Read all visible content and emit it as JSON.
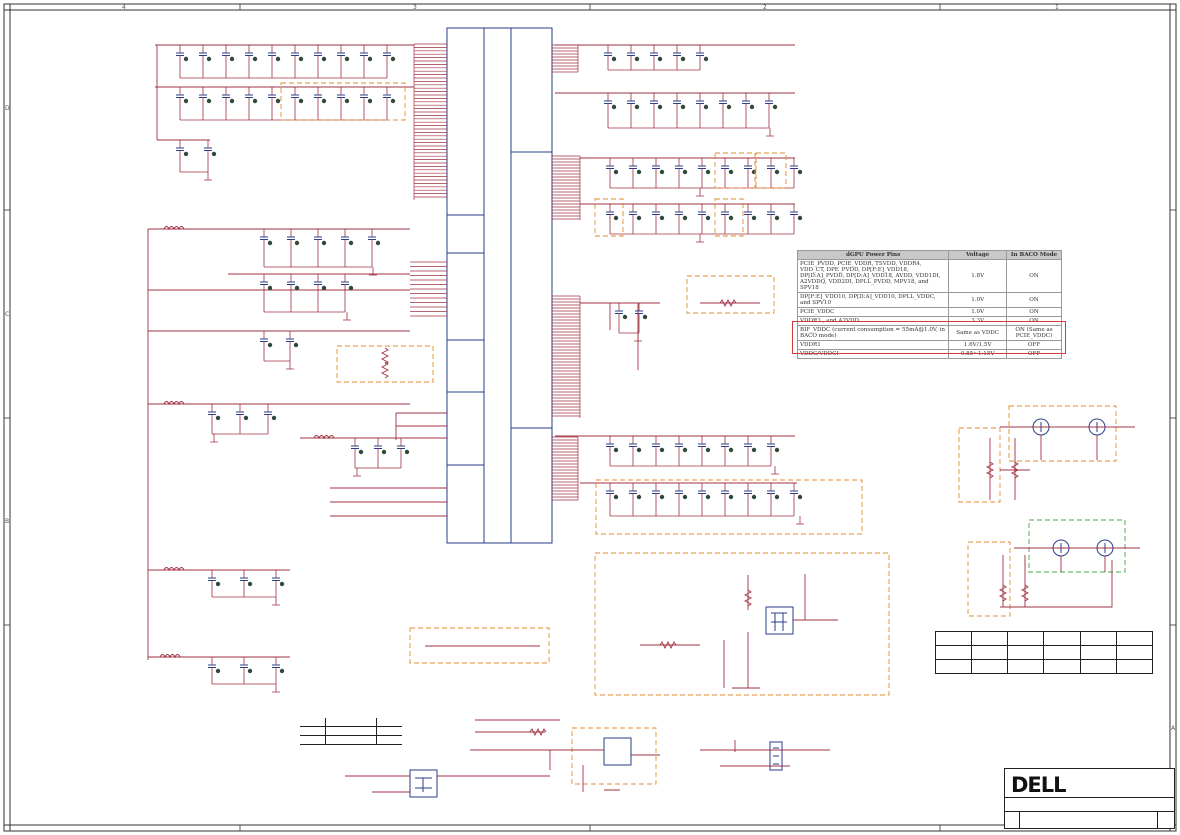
{
  "page": {
    "title": "dGPU power schematic sheet",
    "background": "#ffffff"
  },
  "colors": {
    "net_wire": "#a03040",
    "bus_block": "#2a3e8a",
    "dashed_group": "#e0892b",
    "dashed_green": "#4aa64a",
    "highlight": "#d23b3b",
    "border": "#333333"
  },
  "border_zones": {
    "columns": [
      "4",
      "3",
      "2",
      "1"
    ],
    "rows": [
      "D",
      "C",
      "B",
      "A"
    ]
  },
  "power_table": {
    "headers": [
      "dGPU Power Pins",
      "Voltage",
      "In BACO Mode"
    ],
    "rows": [
      {
        "pins": "PCIE_PVDD, PCIE_VDDR, TSVDD, VDDR4, VDD_CT, DPE_PVDD, DP[F:E]_VDD18, DP[D:A]_PVDD, DP[D:A]_VDD18, AVDD, VDD1DI, A2VDDQ, VDD2DI, DPLL_PVDD, MPV18, and SPV18",
        "voltage": "1.8V",
        "baco": "ON"
      },
      {
        "pins": "DP[F:E]_VDD10, DP[D:A]_VDD10, DPLL_VDDC, and SPV10",
        "voltage": "1.0V",
        "baco": "ON"
      },
      {
        "pins": "PCIE_VDDC",
        "voltage": "1.0V",
        "baco": "ON"
      },
      {
        "pins": "VDDR3 , and A2VDD",
        "voltage": "3.3V",
        "baco": "ON"
      },
      {
        "pins": "BIF_VDDC (current consumption = 55mA@1.0V, in BACO mode)",
        "voltage": "Same as VDDC",
        "baco": "ON (Same as PCIE_VDDC)"
      },
      {
        "pins": "VDDR1",
        "voltage": "1.6V/1.5V",
        "baco": "OFF"
      },
      {
        "pins": "VDDC/VDDCI",
        "voltage": "0.85~1.15V",
        "baco": "OFF"
      }
    ]
  },
  "title_block": {
    "logo_text": "DELL"
  },
  "icons": {
    "logo": "dell-logo-icon",
    "mosfet": "mosfet-icon",
    "capacitor": "capacitor-icon",
    "inductor": "inductor-icon",
    "resistor": "resistor-icon"
  }
}
